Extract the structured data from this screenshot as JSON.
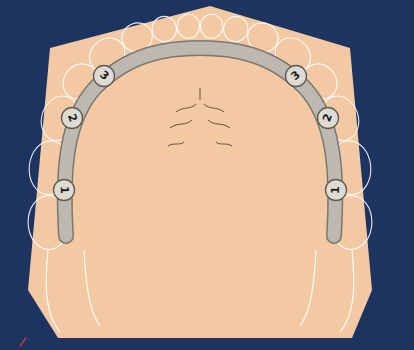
{
  "diagram": {
    "nodes": [
      {
        "text": [
          "3"
        ]
      },
      {
        "text": [
          "3"
        ]
      },
      {
        "text": [
          "2"
        ]
      },
      {
        "text": [
          "2"
        ]
      },
      {
        "text": [
          "1"
        ]
      },
      {
        "text": [
          "1"
        ]
      }
    ]
  }
}
